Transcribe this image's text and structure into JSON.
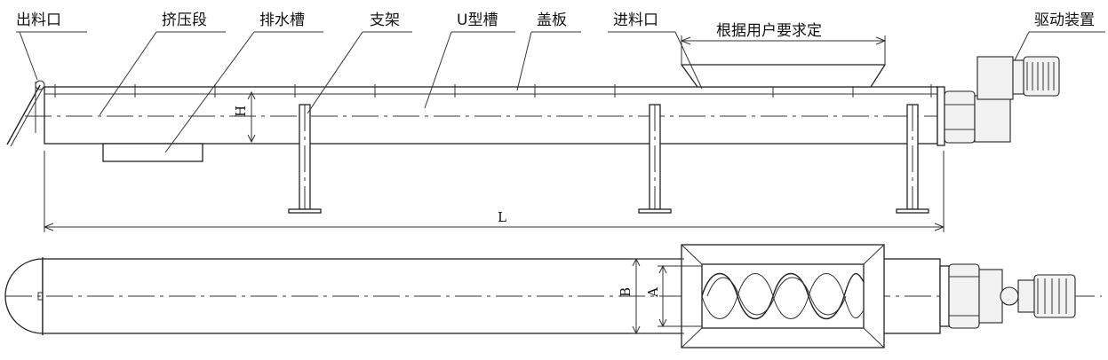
{
  "labels": {
    "outlet": "出料口",
    "squeeze": "挤压段",
    "drain": "排水槽",
    "support": "支架",
    "u_trough": "U型槽",
    "cover": "盖板",
    "inlet": "进料口",
    "user_defined": "根据用户要求定",
    "drive": "驱动装置"
  },
  "dimensions": {
    "height": "H",
    "length": "L",
    "outer_width": "B",
    "inner_width": "A"
  }
}
